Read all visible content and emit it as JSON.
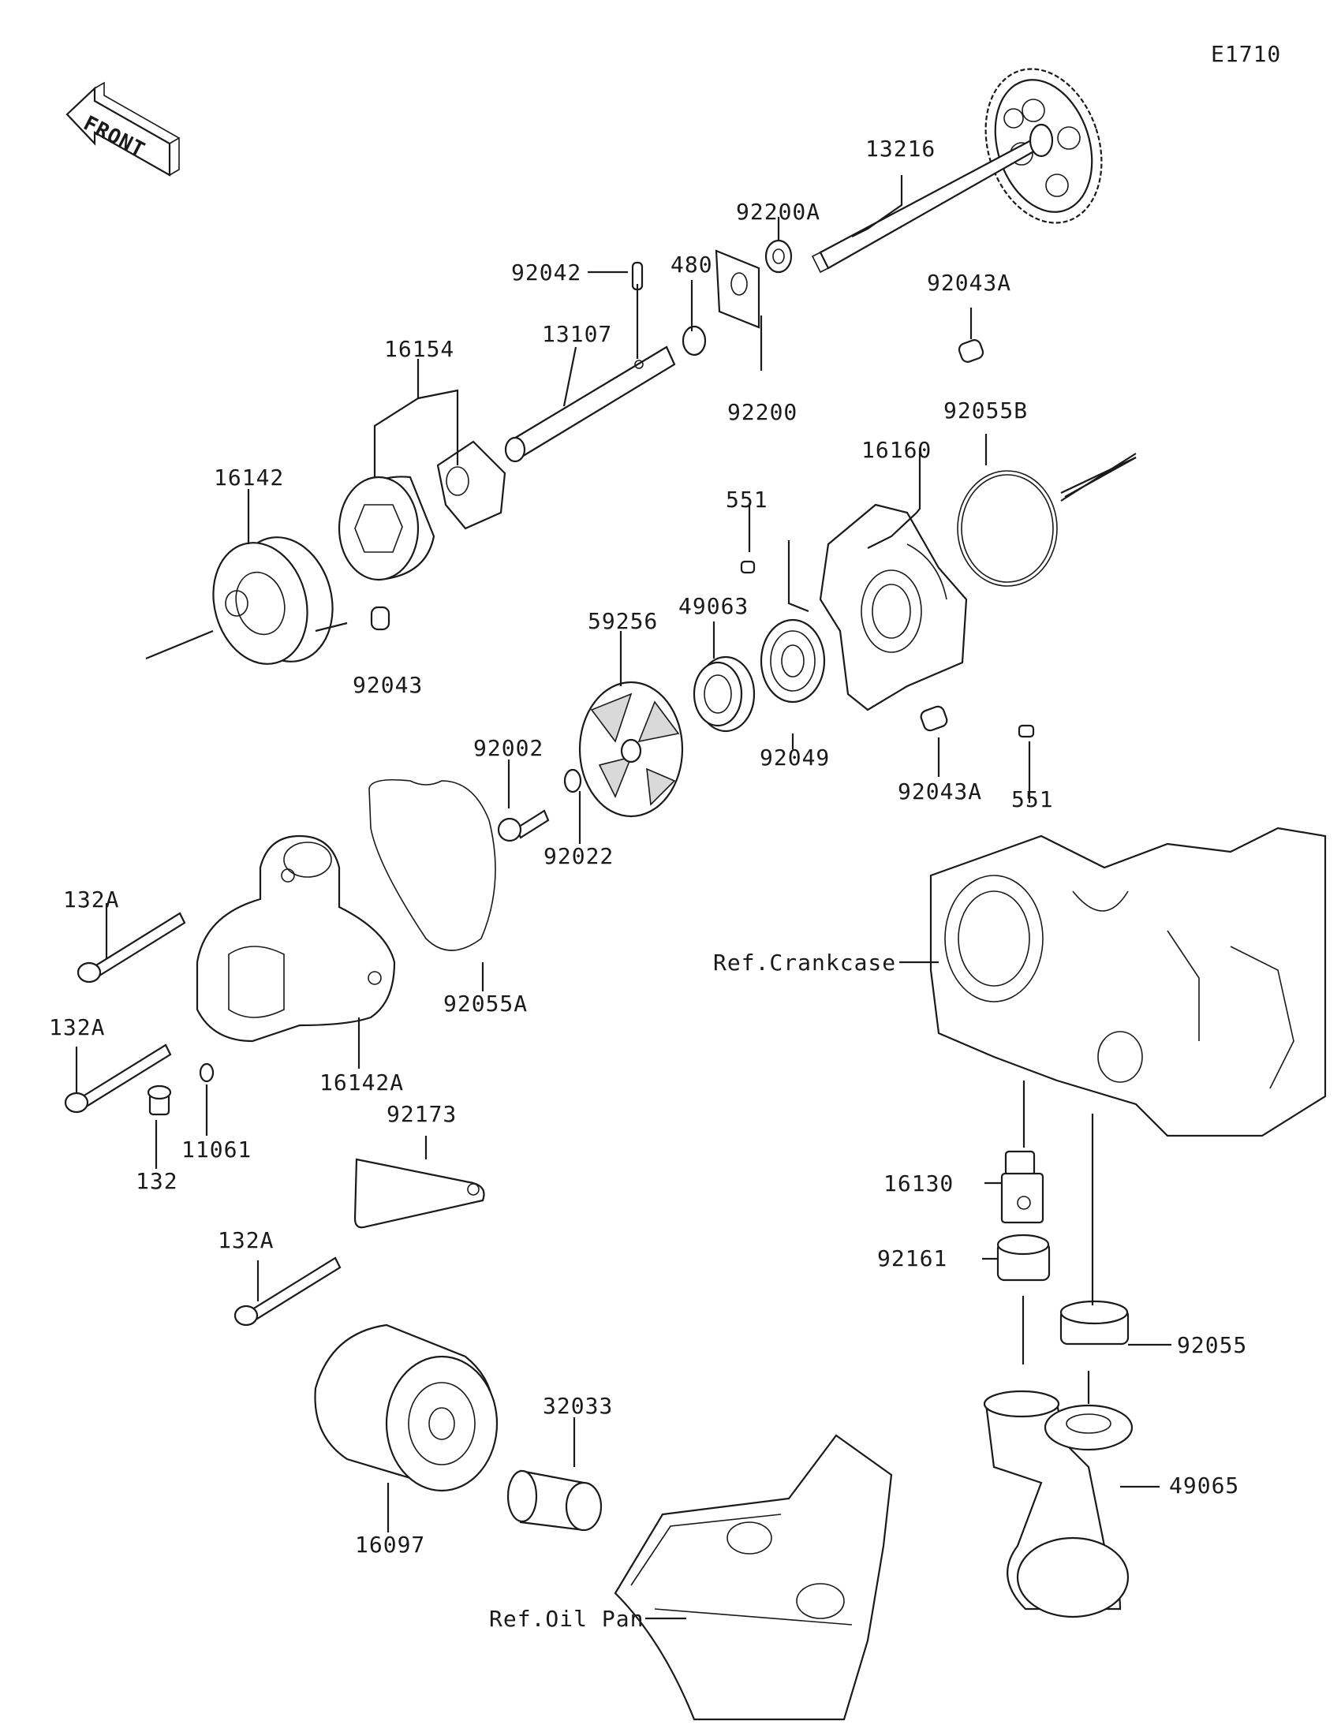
{
  "diagram_code": "E1710",
  "front_label": "FRONT",
  "parts": {
    "p13216": "13216",
    "p92200A": "92200A",
    "p92042": "92042",
    "p480": "480",
    "p92043A_top": "92043A",
    "p16154": "16154",
    "p13107": "13107",
    "p92200": "92200",
    "p92055B": "92055B",
    "p16142": "16142",
    "p16160": "16160",
    "p551_top": "551",
    "p49063": "49063",
    "p59256": "59256",
    "p92043": "92043",
    "p92049": "92049",
    "p92002": "92002",
    "p92043A_bot": "92043A",
    "p551_bot": "551",
    "p92022": "92022",
    "p132A_1": "132A",
    "p92055A": "92055A",
    "ref_crankcase": "Ref.Crankcase",
    "p132A_2": "132A",
    "p16142A": "16142A",
    "p92173": "92173",
    "p11061": "11061",
    "p132": "132",
    "p16130": "16130",
    "p132A_3": "132A",
    "p92161": "92161",
    "p92055": "92055",
    "p32033": "32033",
    "p49065": "49065",
    "p16097": "16097",
    "ref_oil_pan": "Ref.Oil Pan"
  }
}
